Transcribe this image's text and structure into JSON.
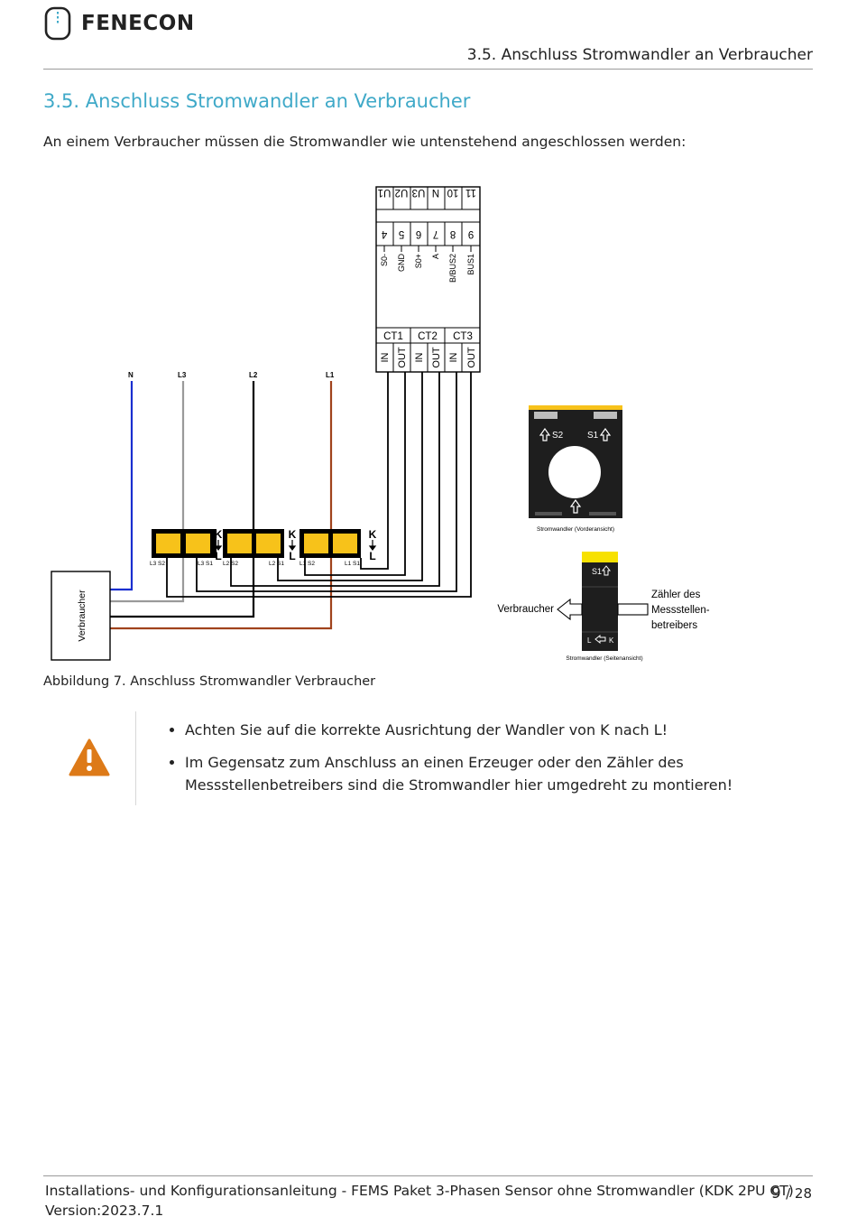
{
  "header": {
    "logo_text": "FENECON",
    "section_ref": "3.5. Anschluss Stromwandler an Verbraucher"
  },
  "section": {
    "title": "3.5. Anschluss Stromwandler an Verbraucher",
    "intro": "An einem Verbraucher müssen die Stromwandler wie untenstehend angeschlossen werden:"
  },
  "figure": {
    "caption": "Abbildung 7. Anschluss Stromwandler Verbraucher",
    "terminals_top": [
      "U1",
      "U2",
      "U3",
      "N",
      "10",
      "11"
    ],
    "terminals_mid": [
      "4",
      "5",
      "6",
      "7",
      "8",
      "9"
    ],
    "terminal_signals": [
      "S0-",
      "GND",
      "S0+",
      "A",
      "B/BUS2",
      "BUS1"
    ],
    "ct_groups": [
      "CT1",
      "CT2",
      "CT3"
    ],
    "ct_pins": [
      "IN",
      "OUT",
      "IN",
      "OUT",
      "IN",
      "OUT"
    ],
    "phase_labels": [
      "N",
      "L3",
      "L2",
      "L1"
    ],
    "ct_labels": [
      "L3 S2",
      "L3 S1",
      "L2 S2",
      "L2 S1",
      "L1 S2",
      "L1 S1"
    ],
    "kl_k": "K",
    "kl_l": "L",
    "consumer_label": "Verbraucher",
    "front_view": {
      "s2": "S2",
      "s1": "S1",
      "caption": "Stromwandler (Vorderansicht)"
    },
    "side_view": {
      "s1": "S1",
      "l": "L",
      "k": "K",
      "left_label": "Verbraucher",
      "right_label": [
        "Zähler des",
        "Messstellen-",
        "betreibers"
      ],
      "caption": "Stromwandler (Seitenansicht)"
    },
    "colors": {
      "n": "#1a2fd0",
      "l3": "#9a9a9a",
      "l2": "#000000",
      "l1": "#a0431c",
      "ct_yellow": "#f7c21a"
    }
  },
  "admonition": {
    "type": "warning",
    "items": [
      "Achten Sie auf die korrekte Ausrichtung der Wandler von K nach L!",
      "Im Gegensatz zum Anschluss an einen Erzeuger oder den Zähler des Messstellenbetreibers sind die Stromwandler hier umgedreht zu montieren!"
    ]
  },
  "footer": {
    "doc_title": "Installations- und Konfigurationsanleitung - FEMS Paket 3-Phasen Sensor ohne Stromwandler (KDK 2PU CT)",
    "version": "Version:2023.7.1",
    "page_current": "9",
    "page_total": "/ 28"
  }
}
